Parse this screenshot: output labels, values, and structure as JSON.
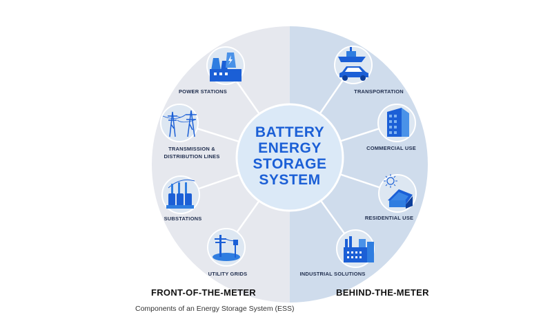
{
  "center_title": [
    "BATTERY",
    "ENERGY",
    "STORAGE",
    "SYSTEM"
  ],
  "sections": {
    "front": "FRONT-OF-THE-METER",
    "behind": "BEHIND-THE-METER"
  },
  "caption": "Components of an Energy Storage System (ESS)",
  "front_items": [
    {
      "label": "POWER STATIONS",
      "icon": "power-station-icon"
    },
    {
      "label_lines": [
        "TRANSMISSION &",
        "DISTRIBUTION LINES"
      ],
      "icon": "transmission-tower-icon"
    },
    {
      "label": "SUBSTATIONS",
      "icon": "substation-icon"
    },
    {
      "label": "UTILITY GRIDS",
      "icon": "utility-pole-icon"
    }
  ],
  "behind_items": [
    {
      "label": "TRANSPORTATION",
      "icon": "ship-and-car-icon"
    },
    {
      "label": "COMMERCIAL USE",
      "icon": "office-building-icon"
    },
    {
      "label": "RESIDENTIAL USE",
      "icon": "solar-house-icon"
    },
    {
      "label": "INDUSTRIAL SOLUTIONS",
      "icon": "factory-icon"
    }
  ],
  "colors": {
    "left_half": "#e6e8ee",
    "right_half": "#cfdcec",
    "center_circle": "#dbe9f7",
    "icon_circle": "#dde7f2",
    "accent_blue": "#1b5fd6",
    "connector": "#ffffff"
  }
}
